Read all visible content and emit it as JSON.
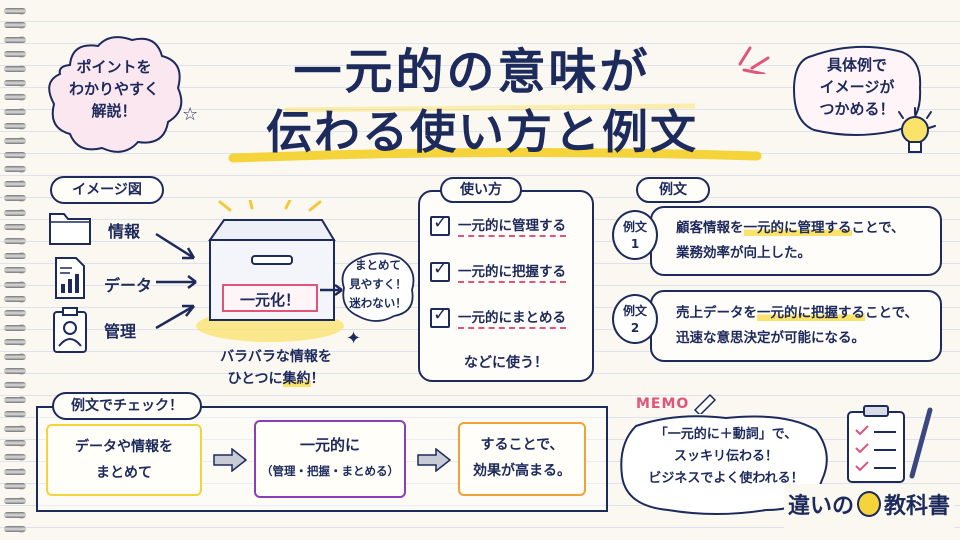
{
  "title": {
    "line1": "一元的の意味が",
    "line2": "伝わる使い方と例文"
  },
  "top_left_bubble": {
    "lines": [
      "ポイントを",
      "わかりやすく",
      "解説！"
    ]
  },
  "top_right_bubble": {
    "lines": [
      "具体例で",
      "イメージが",
      "つかめる！"
    ]
  },
  "image_section": {
    "label": "イメージ図",
    "items": [
      {
        "icon": "folder-icon",
        "label": "情報"
      },
      {
        "icon": "document-icon",
        "label": "データ"
      },
      {
        "icon": "id-badge-icon",
        "label": "管理"
      }
    ],
    "box_label": "一元化！",
    "bubble_lines": [
      "まとめて",
      "見やすく！",
      "迷わない！"
    ],
    "caption_line1": "バラバラな情報を",
    "caption_line2_pre": "ひとつに",
    "caption_line2_em": "集約",
    "caption_line2_post": "！"
  },
  "usage": {
    "label": "使い方",
    "items": [
      "一元的に管理する",
      "一元的に把握する",
      "一元的にまとめる"
    ],
    "footer": "などに使う！"
  },
  "examples": {
    "label": "例文",
    "items": [
      {
        "badge_top": "例文",
        "badge_num": "1",
        "pre": "顧客情報を",
        "hl": "一元的に管理する",
        "post": "ことで、",
        "line2": "業務効率が向上した。"
      },
      {
        "badge_top": "例文",
        "badge_num": "2",
        "pre": "売上データを",
        "hl": "一元的に把握する",
        "post": "ことで、",
        "line2": "迅速な意思決定が可能になる。"
      }
    ]
  },
  "check": {
    "label": "例文でチェック！",
    "box1_line1": "データや情報を",
    "box1_line2": "まとめて",
    "box2_line1": "一元的に",
    "box2_line2": "（管理・把握・まとめる）",
    "box3_line1": "することで、",
    "box3_line2": "効果が高まる。"
  },
  "memo": {
    "label": "MEMO",
    "lines": [
      "「一元的に＋動詞」で、",
      "スッキリ伝わる！",
      "ビジネスでよく使われる！"
    ]
  },
  "logo": {
    "text_pre": "違いの",
    "text_post": "教科書"
  },
  "colors": {
    "navy": "#1d2a5c",
    "yellow": "#f5d33a",
    "pink": "#e0557a",
    "purple": "#8a3fb8",
    "orange": "#f0a23a"
  }
}
